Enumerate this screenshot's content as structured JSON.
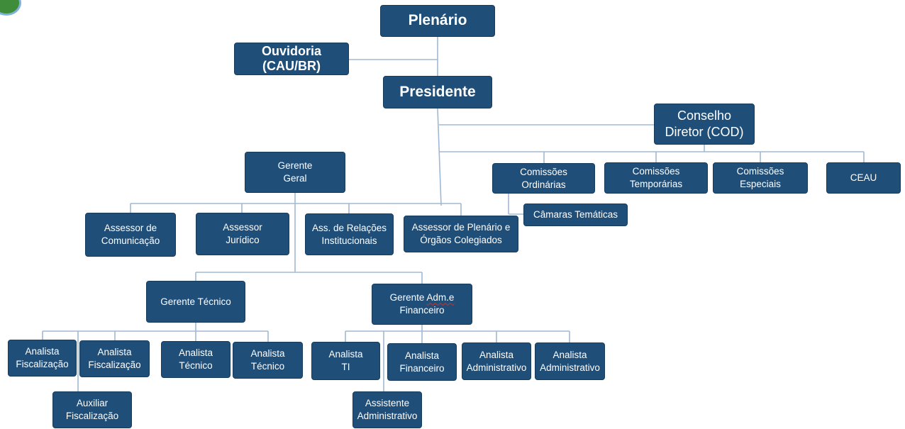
{
  "nodes": {
    "plenario": "Plenário",
    "ouvidoria": "Ouvidoria\n(CAU/BR)",
    "presidente": "Presidente",
    "conselho_diretor": "Conselho\nDiretor (COD)",
    "gerente_geral": "Gerente\nGeral",
    "comissoes_ordinarias": "Comissões\nOrdinárias",
    "comissoes_temporarias": "Comissões\nTemporárias",
    "comissoes_especiais": "Comissões\nEspeciais",
    "ceau": "CEAU",
    "camaras_tematicas": "Câmaras Temáticas",
    "assessor_comunicacao": "Assessor de\nComunicação",
    "assessor_juridico": "Assessor\nJurídico",
    "ass_relacoes": "Ass. de Relações\nInstitucionais",
    "assessor_plenario": "Assessor de Plenário e\nÓrgãos Colegiados",
    "gerente_tecnico": "Gerente Técnico",
    "gerente_adm_a": "Gerente ",
    "gerente_adm_b": "Adm.e",
    "gerente_adm_c": "Financeiro",
    "analista_fisc_1": "Analista\nFiscalização",
    "analista_fisc_2": "Analista\nFiscalização",
    "analista_tec_1": "Analista\nTécnico",
    "analista_tec_2": "Analista\nTécnico",
    "auxiliar_fisc": "Auxiliar\nFiscalização",
    "analista_ti": "Analista\nTI",
    "analista_fin": "Analista\nFinanceiro",
    "analista_adm_1": "Analista\nAdministrativo",
    "analista_adm_2": "Analista\nAdministrativo",
    "assistente_adm": "Assistente\nAdministrativo"
  },
  "colors": {
    "box": "#1f4e79",
    "line": "#9fb9d4",
    "text": "#ffffff",
    "logo": "#3f8c3a"
  }
}
